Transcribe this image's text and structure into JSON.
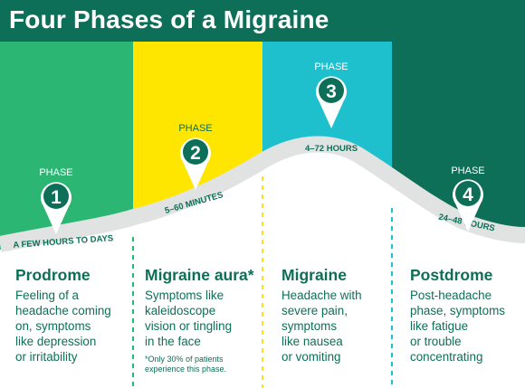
{
  "title": "Four Phases of a Migraine",
  "colors": {
    "prodrome": "#2cb673",
    "aura": "#ffe600",
    "migraine": "#1ec0ce",
    "postdrome": "#0d6f57",
    "header": "#0d6f57",
    "wave": "#e1e2e2"
  },
  "phase_word": "PHASE",
  "phases": [
    {
      "number": "1",
      "duration": "A FEW HOURS TO DAYS",
      "name": "Prodrome",
      "description": "Feeling of a\nheadache coming\non, symptoms\nlike depression\nor irritability"
    },
    {
      "number": "2",
      "duration": "5–60 MINUTES",
      "name": "Migraine aura*",
      "description": "Symptoms like\nkaleidoscope\nvision or tingling\nin the face",
      "footnote": "*Only 30% of patients\n experience this phase."
    },
    {
      "number": "3",
      "duration": "4–72 HOURS",
      "name": "Migraine",
      "description": "Headache with\nsevere pain,\nsymptoms\nlike nausea\nor vomiting"
    },
    {
      "number": "4",
      "duration": "24–48 HOURS",
      "name": "Postdrome",
      "description": "Post-headache\nphase, symptoms\nlike fatigue\nor trouble\nconcentrating"
    }
  ]
}
